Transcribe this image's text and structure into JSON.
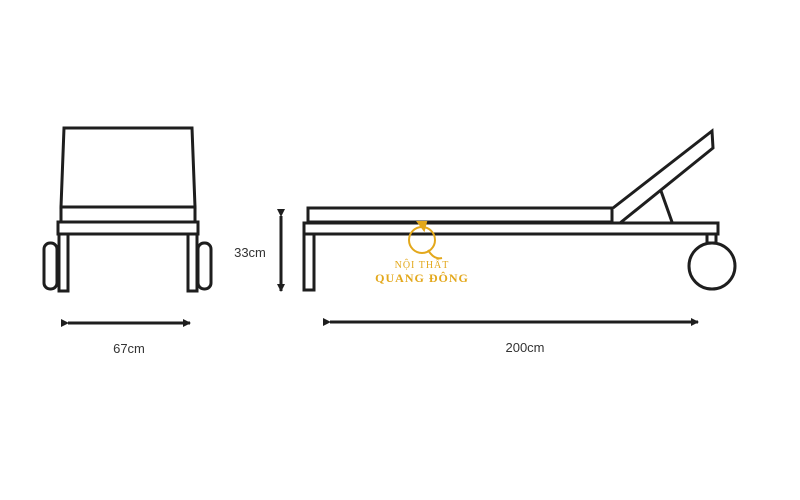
{
  "dimensions": {
    "width_label": "67cm",
    "height_label": "33cm",
    "length_label": "200cm"
  },
  "logo": {
    "line1": "NỘI THẤT",
    "line2": "QUANG ĐÔNG",
    "color": "#e3a81c"
  },
  "colors": {
    "line": "#1e1e1e"
  }
}
